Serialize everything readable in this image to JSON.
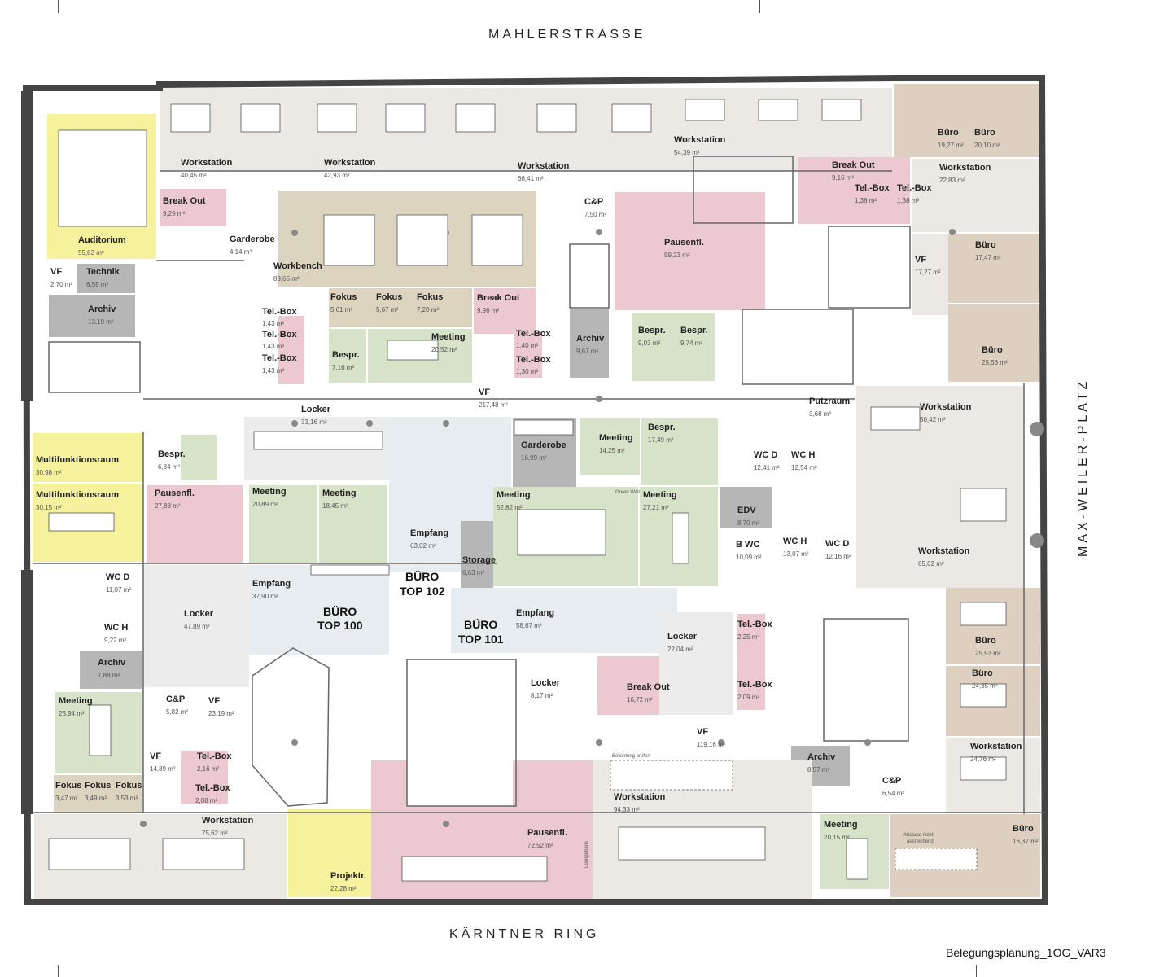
{
  "streets": {
    "top": "MAHLERSTRASSE",
    "bottom": "KÄRNTNER RING",
    "right": "MAX-WEILER-PLATZ"
  },
  "caption": "Belegungsplanung_1OG_VAR3",
  "colors": {
    "workstation": "#ece9e4",
    "office": "#ddd0c0",
    "meeting": "#d7e3c8",
    "pink": "#ecc8d0",
    "yellow": "#f5f19c",
    "workbench": "#ddd4c0",
    "grey": "#b6b6b6",
    "reception": "#e6ecef",
    "circulation": "#ffffff",
    "wall": "#444444"
  },
  "tops": {
    "t100": [
      "BÜRO",
      "TOP 100"
    ],
    "t101": [
      "BÜRO",
      "TOP 101"
    ],
    "t102": [
      "BÜRO",
      "TOP 102"
    ]
  },
  "notes": {
    "green_wall": "Green Wall",
    "belichtung": "Belichtung prüfen",
    "abstand": [
      "Abstand nicht",
      "ausreichend"
    ],
    "lounge": "Loungebank"
  },
  "rooms": {
    "ws_a": {
      "name": "Workstation",
      "area": "40,45 m²"
    },
    "ws_b": {
      "name": "Workstation",
      "area": "42,93 m²"
    },
    "ws_c": {
      "name": "Workstation",
      "area": "66,41 m²"
    },
    "ws_d": {
      "name": "Workstation",
      "area": "54,39 m²"
    },
    "buero_a": {
      "name": "Büro",
      "area": "19,27 m²"
    },
    "buero_b": {
      "name": "Büro",
      "area": "20,10 m²"
    },
    "auditorium": {
      "name": "Auditorium",
      "area": "55,83 m²"
    },
    "breakout_a": {
      "name": "Break Out",
      "area": "9,29 m²"
    },
    "garderobe_a": {
      "name": "Garderobe",
      "area": "4,14 m²"
    },
    "workbench": {
      "name": "Workbench",
      "area": "89,65 m²"
    },
    "cp_a": {
      "name": "C&P",
      "area": "7,50 m²"
    },
    "pausen_a": {
      "name": "Pausenfl.",
      "area": "59,23 m²"
    },
    "breakout_b": {
      "name": "Break Out",
      "area": "9,16 m²"
    },
    "telbox_a": {
      "name": "Tel.-Box",
      "area": "1,38 m²"
    },
    "telbox_b": {
      "name": "Tel.-Box",
      "area": "1,38 m²"
    },
    "ws_e": {
      "name": "Workstation",
      "area": "22,83 m²"
    },
    "vf_a": {
      "name": "VF",
      "area": "2,70 m²"
    },
    "technik": {
      "name": "Technik",
      "area": "6,59 m²"
    },
    "archiv_a": {
      "name": "Archiv",
      "area": "13,19 m²"
    },
    "fokus_a": {
      "name": "Fokus",
      "area": "5,61 m²"
    },
    "fokus_b": {
      "name": "Fokus",
      "area": "5,67 m²"
    },
    "fokus_c": {
      "name": "Fokus",
      "area": "7,20 m²"
    },
    "breakout_c": {
      "name": "Break Out",
      "area": "9,96 m²"
    },
    "vf_b": {
      "name": "VF",
      "area": "17,27 m²"
    },
    "buero_c": {
      "name": "Büro",
      "area": "17,47 m²"
    },
    "telbox_c": {
      "name": "Tel.-Box",
      "area": "1,43 m²"
    },
    "telbox_d": {
      "name": "Tel.-Box",
      "area": "1,43 m²"
    },
    "telbox_e": {
      "name": "Tel.-Box",
      "area": "1,43 m²"
    },
    "bespr_a": {
      "name": "Bespr.",
      "area": "7,16 m²"
    },
    "meeting_a": {
      "name": "Meeting",
      "area": "20,52 m²"
    },
    "telbox_f": {
      "name": "Tel.-Box",
      "area": "1,40 m²"
    },
    "telbox_g": {
      "name": "Tel.-Box",
      "area": "1,30 m²"
    },
    "archiv_b": {
      "name": "Archiv",
      "area": "9,67 m²"
    },
    "bespr_b": {
      "name": "Bespr.",
      "area": "9,03 m²"
    },
    "bespr_c": {
      "name": "Bespr.",
      "area": "9,74 m²"
    },
    "buero_d": {
      "name": "Büro",
      "area": "25,56 m²"
    },
    "locker_a": {
      "name": "Locker",
      "area": "33,16 m²"
    },
    "vf_c": {
      "name": "VF",
      "area": "217,48 m²"
    },
    "putzraum": {
      "name": "Putzraum",
      "area": "3,68 m²"
    },
    "ws_f": {
      "name": "Workstation",
      "area": "50,42 m²"
    },
    "multi_a": {
      "name": "Multifunktionsraum",
      "area": "30,98 m²"
    },
    "bespr_d": {
      "name": "Bespr.",
      "area": "6,84 m²"
    },
    "garderobe_b": {
      "name": "Garderobe",
      "area": "16,99 m²"
    },
    "meeting_b": {
      "name": "Meeting",
      "area": "14,25 m²"
    },
    "bespr_e": {
      "name": "Bespr.",
      "area": "17,49 m²"
    },
    "wcd_a": {
      "name": "WC D",
      "area": "12,41 m²"
    },
    "wch_a": {
      "name": "WC H",
      "area": "12,54 m²"
    },
    "multi_b": {
      "name": "Multifunktionsraum",
      "area": "30,15 m²"
    },
    "pausen_b": {
      "name": "Pausenfl.",
      "area": "27,88 m²"
    },
    "meeting_c": {
      "name": "Meeting",
      "area": "20,89 m²"
    },
    "meeting_d": {
      "name": "Meeting",
      "area": "18,45 m²"
    },
    "empfang_a": {
      "name": "Empfang",
      "area": "63,02 m²"
    },
    "meeting_e": {
      "name": "Meeting",
      "area": "52,82 m²"
    },
    "meeting_f": {
      "name": "Meeting",
      "area": "27,21 m²"
    },
    "edv": {
      "name": "EDV",
      "area": "8,70 m²"
    },
    "bwc": {
      "name": "B WC",
      "area": "10,09 m²"
    },
    "wch_b": {
      "name": "WC H",
      "area": "13,07 m²"
    },
    "wcd_b": {
      "name": "WC D",
      "area": "12,16 m²"
    },
    "ws_g": {
      "name": "Workstation",
      "area": "65,02 m²"
    },
    "wcd_c": {
      "name": "WC D",
      "area": "11,07 m²"
    },
    "wch_c": {
      "name": "WC H",
      "area": "9,22 m²"
    },
    "empfang_b": {
      "name": "Empfang",
      "area": "37,90 m²"
    },
    "storage": {
      "name": "Storage",
      "area": "6,63 m²"
    },
    "locker_b": {
      "name": "Locker",
      "area": "47,89 m²"
    },
    "empfang_c": {
      "name": "Empfang",
      "area": "58,67 m²"
    },
    "locker_c": {
      "name": "Locker",
      "area": "22,04 m²"
    },
    "telbox_h": {
      "name": "Tel.-Box",
      "area": "2,25 m²"
    },
    "buero_e": {
      "name": "Büro",
      "area": "25,93 m²"
    },
    "archiv_c": {
      "name": "Archiv",
      "area": "7,88 m²"
    },
    "locker_d": {
      "name": "Locker",
      "area": "8,17 m²"
    },
    "breakout_d": {
      "name": "Break Out",
      "area": "16,72 m²"
    },
    "telbox_i": {
      "name": "Tel.-Box",
      "area": "2,09 m²"
    },
    "buero_f": {
      "name": "Büro",
      "area": "24,35 m²"
    },
    "meeting_g": {
      "name": "Meeting",
      "area": "25,94 m²"
    },
    "cp_b": {
      "name": "C&P",
      "area": "5,82 m²"
    },
    "vf_d": {
      "name": "VF",
      "area": "23,19 m²"
    },
    "vf_e": {
      "name": "VF",
      "area": "119,16 m²"
    },
    "ws_h": {
      "name": "Workstation",
      "area": "24,76 m²"
    },
    "vf_f": {
      "name": "VF",
      "area": "14,89 m²"
    },
    "telbox_j": {
      "name": "Tel.-Box",
      "area": "2,16 m²"
    },
    "archiv_d": {
      "name": "Archiv",
      "area": "8,57 m²"
    },
    "cp_c": {
      "name": "C&P",
      "area": "6,54 m²"
    },
    "fokus_d": {
      "name": "Fokus",
      "area": "3,47 m²"
    },
    "fokus_e": {
      "name": "Fokus",
      "area": "3,49 m²"
    },
    "fokus_f": {
      "name": "Fokus",
      "area": "3,53 m²"
    },
    "telbox_k": {
      "name": "Tel.-Box",
      "area": "2,08 m²"
    },
    "ws_i": {
      "name": "Workstation",
      "area": "94,33 m²"
    },
    "ws_j": {
      "name": "Workstation",
      "area": "75,62 m²"
    },
    "pausen_c": {
      "name": "Pausenfl.",
      "area": "72,52 m²"
    },
    "meeting_h": {
      "name": "Meeting",
      "area": "20,15 m²"
    },
    "buero_g": {
      "name": "Büro",
      "area": "16,37 m²"
    },
    "projektr": {
      "name": "Projektr.",
      "area": "22,28 m²"
    }
  }
}
